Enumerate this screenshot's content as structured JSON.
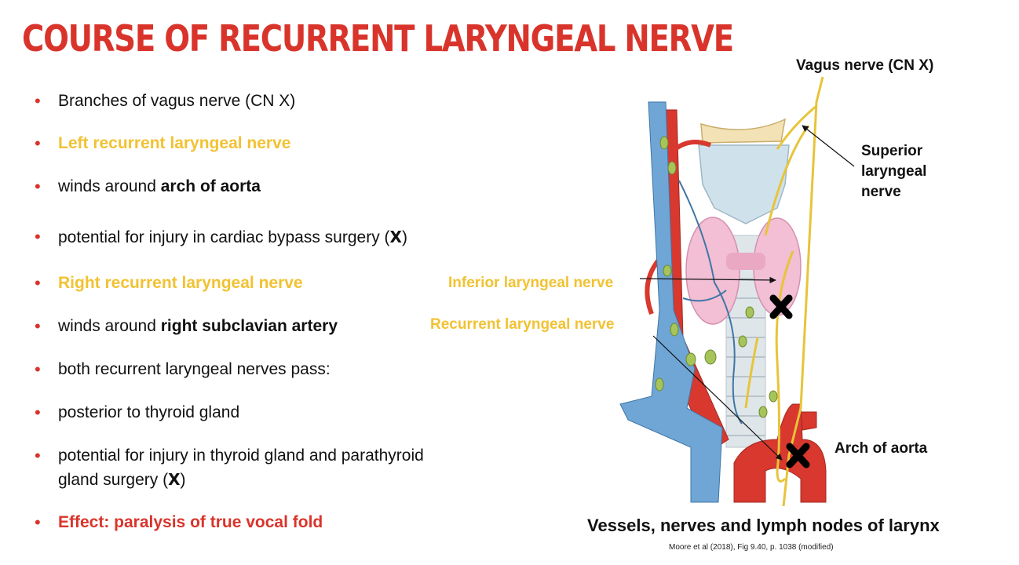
{
  "title": "COURSE OF RECURRENT LARYNGEAL NERVE",
  "colors": {
    "title": "#d9342b",
    "gold": "#f1c232",
    "red": "#d9342b",
    "bullet_dot": "#d9342b"
  },
  "bullets": [
    {
      "text": "Branches of vagus nerve (CN X)"
    },
    {
      "text": "Left recurrent laryngeal nerve"
    },
    {
      "pre": "winds around ",
      "bold": "arch of aorta"
    },
    {
      "pre": "potential for injury in cardiac bypass surgery (",
      "mark": "X",
      "post": ")"
    },
    {
      "text": "Right recurrent laryngeal nerve"
    },
    {
      "pre": "winds around ",
      "bold": "right subclavian artery"
    },
    {
      "text": "both recurrent laryngeal nerves pass:"
    },
    {
      "text": "posterior to thyroid gland"
    },
    {
      "line1": "potential for injury in thyroid gland and parathyroid",
      "pre": "gland surgery (",
      "mark": "X",
      "post": ")"
    },
    {
      "text": "Effect: paralysis of true vocal fold"
    }
  ],
  "labels": {
    "vagus": "Vagus nerve (CN X)",
    "superior_1": "Superior",
    "superior_2": "laryngeal",
    "superior_3": "nerve",
    "inferior": "Inferior laryngeal nerve",
    "recurrent": "Recurrent laryngeal nerve",
    "arch": "Arch of aorta"
  },
  "caption": "Vessels, nerves and lymph nodes of larynx",
  "reference": "Moore et al (2018), Fig 9.40, p. 1038 (modified)"
}
